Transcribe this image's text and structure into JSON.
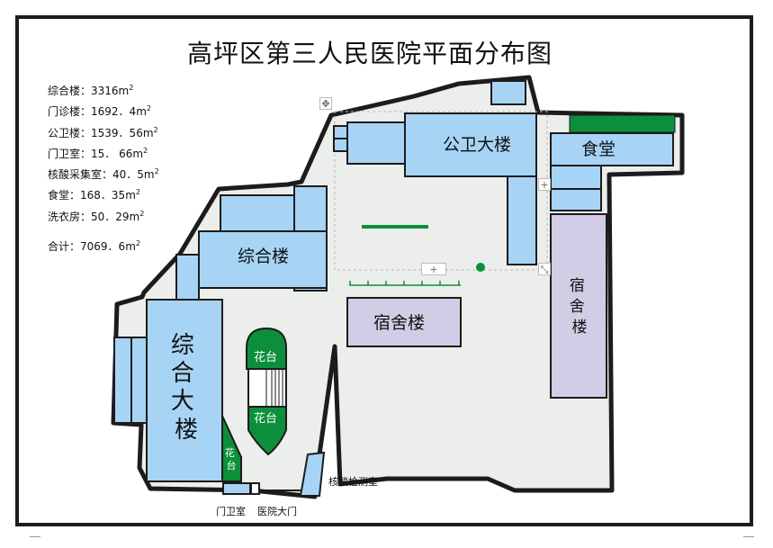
{
  "title": "高坪区第三人民医院平面分布图",
  "areas": [
    {
      "name": "综合楼：",
      "value": "3316m",
      "sup": "2"
    },
    {
      "name": "门诊楼：",
      "value": "1692．4m",
      "sup": "2"
    },
    {
      "name": "公卫楼：",
      "value": "1539．56m",
      "sup": "2"
    },
    {
      "name": "门卫室：",
      "value": "15．  66m",
      "sup": "2"
    },
    {
      "name": "核酸采集室：",
      "value": "40．5m",
      "sup": "2"
    },
    {
      "name": "食堂：",
      "value": "168．35m",
      "sup": "2"
    },
    {
      "name": "洗衣房：",
      "value": "50．29m",
      "sup": "2"
    }
  ],
  "total": {
    "name": "合计：",
    "value": "7069．6m",
    "sup": "2"
  },
  "buildings": {
    "gongwei": "公卫大楼",
    "shitang": "食堂",
    "zonghelou": "综合楼",
    "sushe_h": "宿舍楼",
    "sushe_v": [
      "宿",
      "舍",
      "楼"
    ],
    "zonghe_dalou": [
      "综",
      "合",
      "大",
      "楼"
    ],
    "huatai": "花台",
    "huatai_v": [
      "花",
      "台"
    ]
  },
  "captions": {
    "hesuan": "核酸检测室",
    "menwei": "门卫室",
    "gate": "医院大门"
  },
  "handles": {
    "move": "✥",
    "plus": "+",
    "resize": "⤡"
  },
  "colors": {
    "building": "#a7d4f5",
    "dorm": "#d2cce6",
    "green": "#0c8f3a",
    "ground": "#eceeec",
    "wall": "#1d1b1b"
  }
}
